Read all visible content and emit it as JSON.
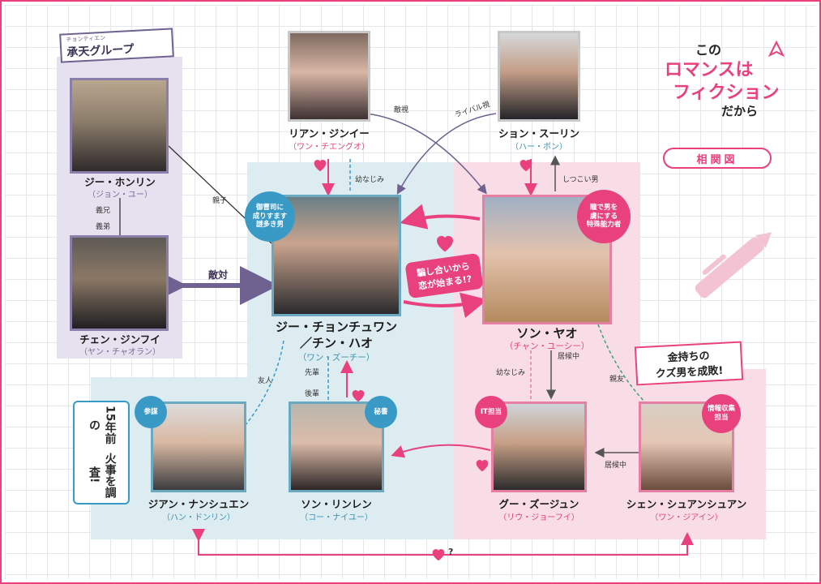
{
  "header": {
    "group_ruby": "チョンティエン",
    "group_name": "承天グループ",
    "logo_line1": "この",
    "logo_line2": "ロマンスは",
    "logo_line3": "フィクション",
    "logo_line4": "だから",
    "subtitle": "相関図"
  },
  "people": {
    "hongrin": {
      "name": "ジー・ホンリン",
      "actor": "（ジョン・ユー）"
    },
    "jinfei": {
      "name": "チェン・ジンフイ",
      "actor": "（ヤン・チャオラン）"
    },
    "jingyi": {
      "name": "リアン・ジンイー",
      "actor": "（ワン・チエングオ）"
    },
    "surin": {
      "name": "ション・スーリン",
      "actor": "（ハー・ボン）"
    },
    "chengzhou_line1": "ジー・チョンチュワン",
    "chengzhou_line2": "／チン・ハオ",
    "chengzhou_actor": "（ワン・ズーチー）",
    "yao": {
      "name": "ソン・ヤオ",
      "actor": "（チャン・ユーシー）"
    },
    "nanxuan": {
      "name": "ジアン・ナンシュエン",
      "actor": "（ハン・ドンリン）"
    },
    "linlen": {
      "name": "ソン・リンレン",
      "actor": "（コー・ナイユー）"
    },
    "zijun": {
      "name": "グー・ズージュン",
      "actor": "（リウ・ジョーフイ）"
    },
    "xuanxuan": {
      "name": "シェン・シュアンシュアン",
      "actor": "（ワン・ジアイン）"
    }
  },
  "relations": {
    "oyako": "親子",
    "gikei": "義兄",
    "gitei": "義弟",
    "tekitai": "敵対",
    "tekishi": "敵視",
    "rival": "ライバル視",
    "osananajimi1": "幼なじみ",
    "shitsukoi": "しつこい男",
    "yujin": "友人",
    "senpai": "先輩",
    "kouhai": "後輩",
    "osananajimi2": "幼なじみ",
    "isourou1": "居候中",
    "shinyu": "親友",
    "isourou2": "居候中",
    "unknown": "?"
  },
  "bubbles": {
    "chengzhou_a": "御曹司に",
    "chengzhou_b": "成りすます",
    "chengzhou_c": "謎多き男",
    "yao_a": "瞳で男を",
    "yao_b": "虜にする",
    "yao_c": "特殊能力者",
    "sanbo": "参謀",
    "hisho": "秘書",
    "it": "IT担当",
    "info_a": "情報収集",
    "info_b": "担当"
  },
  "badges": {
    "center_line1": "騙し合いから",
    "center_line2": "恋が始まる!?",
    "investigate_line1": "15年前の",
    "investigate_line2": "火事を調査!",
    "kuzu_line1": "金持ちの",
    "kuzu_line2": "クズ男を成敗!"
  },
  "colors": {
    "border": "#e8417e",
    "purple": "#8a7fa8",
    "blue": "#6aa9bf",
    "pink": "#e57fa3",
    "accent": "#e8417e"
  }
}
